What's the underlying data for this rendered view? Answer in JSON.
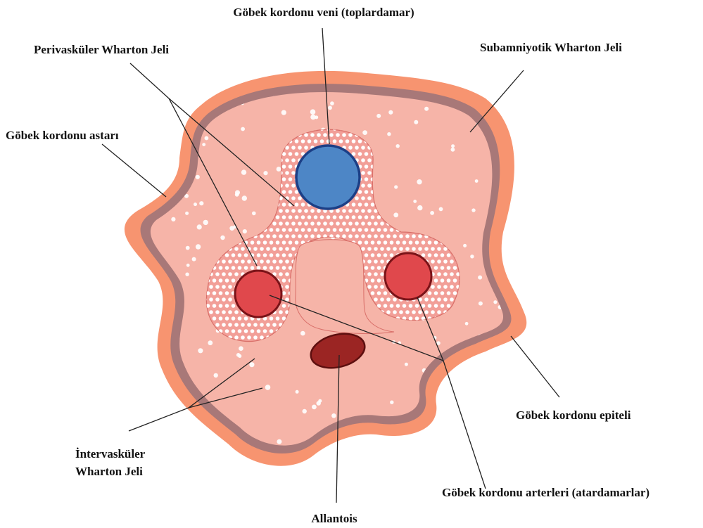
{
  "labels": {
    "vein": "Göbek kordonu veni (toplardamar)",
    "perivascular": "Perivasküler Wharton Jeli",
    "subamniotic": "Subamniyotik Wharton Jeli",
    "lining": "Göbek kordonu astarı",
    "epithelium": "Göbek kordonu epiteli",
    "intervascular_line1": "İntervasküler",
    "intervascular_line2": "Wharton Jeli",
    "arteries": "Göbek kordonu arterleri (atardamarlar)",
    "allantois": "Allantois"
  },
  "colors": {
    "outer_layer": "#f79470",
    "membrane": "#a87878",
    "jelly": "#f6b4a8",
    "perivascular_zone": "#f29f98",
    "vein": "#4d86c6",
    "vein_outline": "#1c3f86",
    "artery": "#e0484c",
    "artery_outline": "#7a1318",
    "allantois": "#9b2523",
    "allantois_outline": "#5e0f0f",
    "leader_line": "#222222",
    "dots": "#ffffff"
  }
}
